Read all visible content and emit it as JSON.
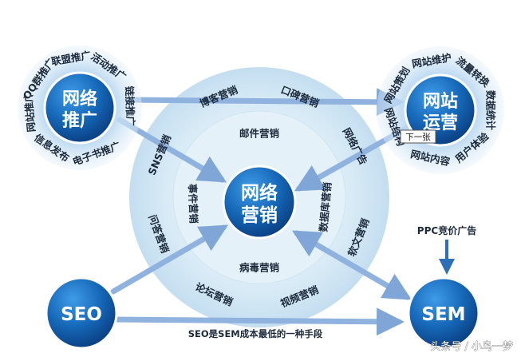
{
  "center": {
    "line1": "网络",
    "line2": "营销"
  },
  "nodes": {
    "promotion": {
      "line1": "网络",
      "line2": "推广"
    },
    "operation": {
      "line1": "网站",
      "line2": "运营"
    },
    "seo": {
      "label": "SEO"
    },
    "sem": {
      "label": "SEM"
    }
  },
  "ring_outer": [
    "SNS营销",
    "博客营销",
    "口碑营销",
    "网络广告",
    "软文营销",
    "视频营销",
    "论坛营销",
    "问答营销"
  ],
  "ring_inner": [
    "邮件营销",
    "数据库营销",
    "病毒营销",
    "事件营销"
  ],
  "promotion_arc": [
    "网站推广",
    "QQ群推广",
    "联盟推广",
    "活动推广",
    "链接推广",
    "电子书推广",
    "信息发布"
  ],
  "operation_arc": [
    "网站策划",
    "网站维护",
    "流量转换",
    "数据统计",
    "用户体验",
    "网站内容",
    "网站结构"
  ],
  "labels": {
    "ppc": "PPC竞价广告",
    "seo_sem": "SEO是SEM成本最低的一种手段",
    "tooltip": "下一张",
    "watermark": "头条号 / 小鸟一梦"
  },
  "colors": {
    "node_blue": "#1668b8",
    "node_dark": "#0a3f82",
    "arrow_blue": "#8fb3de",
    "center_disc": "#d7eaf6",
    "text_dark": "#1c2a3c"
  }
}
